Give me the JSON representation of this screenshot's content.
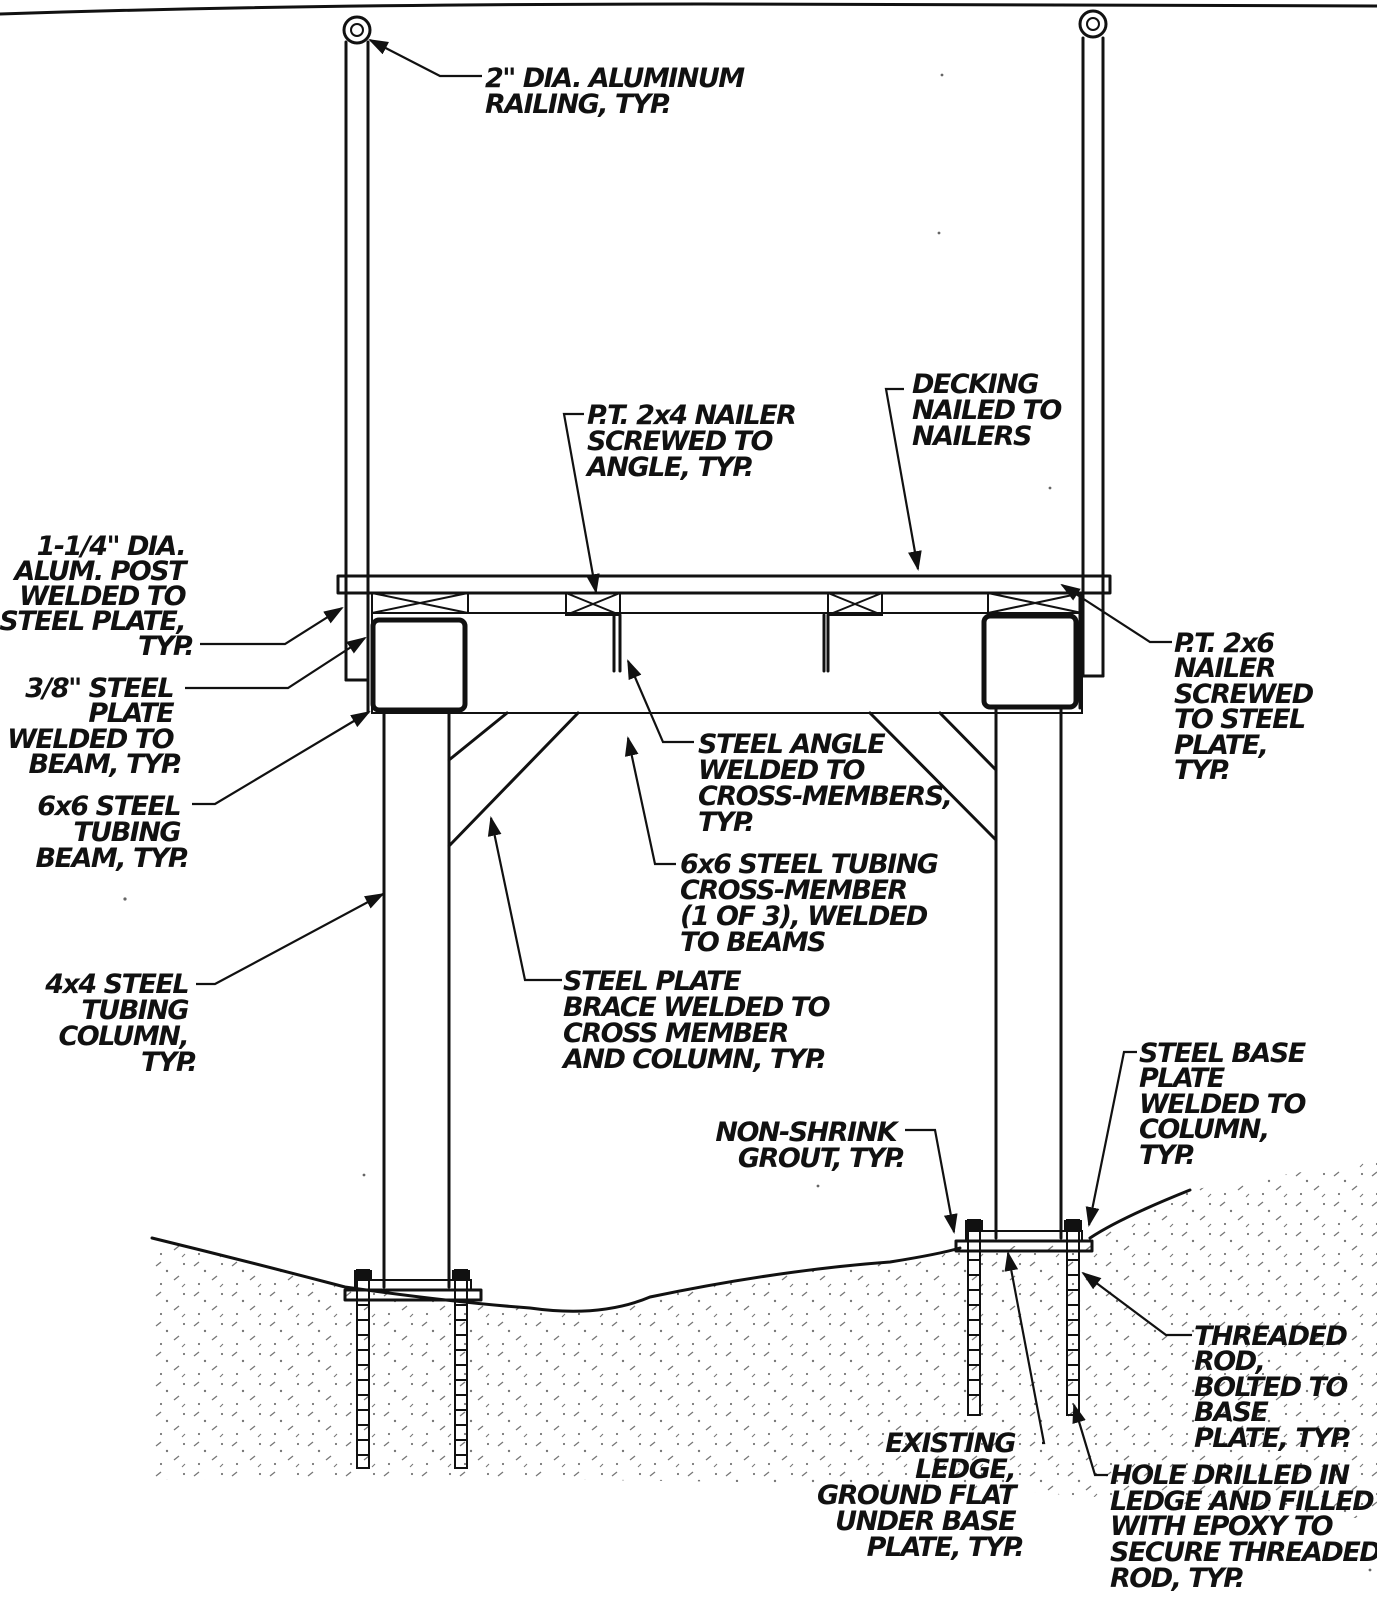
{
  "notes": {
    "railing": [
      "2\" DIA. ALUMINUM",
      "RAILING, TYP."
    ],
    "decking": [
      "DECKING",
      "NAILED TO",
      "NAILERS"
    ],
    "nailer_2x4": [
      "P.T. 2x4 NAILER",
      "SCREWED TO",
      "ANGLE, TYP."
    ],
    "post": [
      "1-1/4\" DIA.",
      "ALUM. POST",
      "WELDED TO",
      "STEEL PLATE,",
      "TYP."
    ],
    "plate_38": [
      "3/8\" STEEL",
      "PLATE",
      "WELDED TO",
      "BEAM, TYP."
    ],
    "beam": [
      "6x6 STEEL",
      "TUBING",
      "BEAM, TYP."
    ],
    "column": [
      "4x4 STEEL",
      "TUBING",
      "COLUMN,",
      "TYP."
    ],
    "angle": [
      "STEEL ANGLE",
      "WELDED TO",
      "CROSS-MEMBERS,",
      "TYP."
    ],
    "cross_member": [
      "6x6 STEEL TUBING",
      "CROSS-MEMBER",
      "(1 OF 3), WELDED",
      "TO BEAMS"
    ],
    "brace": [
      "STEEL PLATE",
      "BRACE WELDED TO",
      "CROSS MEMBER",
      "AND COLUMN, TYP."
    ],
    "nailer_2x6": [
      "P.T. 2x6",
      "NAILER",
      "SCREWED",
      "TO STEEL",
      "PLATE,",
      "TYP."
    ],
    "grout": [
      "NON-SHRINK",
      "GROUT, TYP."
    ],
    "base_plate": [
      "STEEL BASE",
      "PLATE",
      "WELDED TO",
      "COLUMN,",
      "TYP."
    ],
    "threaded_rod": [
      "THREADED",
      "ROD,",
      "BOLTED TO",
      "BASE",
      "PLATE, TYP."
    ],
    "ledge": [
      "EXISTING",
      "LEDGE,",
      "GROUND FLAT",
      "UNDER BASE",
      "PLATE, TYP."
    ],
    "hole": [
      "HOLE DRILLED IN",
      "LEDGE AND FILLED",
      "WITH EPOXY TO",
      "SECURE THREADED",
      "ROD, TYP."
    ]
  }
}
